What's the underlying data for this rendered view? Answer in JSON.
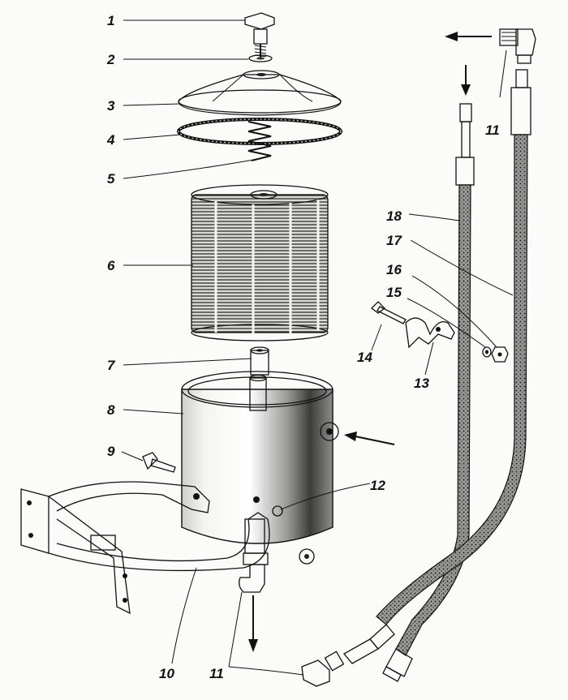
{
  "labels": {
    "l1": "1",
    "l2": "2",
    "l3": "3",
    "l4": "4",
    "l5": "5",
    "l6": "6",
    "l7": "7",
    "l8": "8",
    "l9": "9",
    "l10": "10",
    "l11a": "11",
    "l11b": "11",
    "l12": "12",
    "l13": "13",
    "l14": "14",
    "l15": "15",
    "l16": "16",
    "l17": "17",
    "l18": "18"
  },
  "colors": {
    "ink": "#111111",
    "paper": "#fbfbf9",
    "metal_light": "#e6e6e2",
    "metal_dark": "#8a8a86"
  }
}
